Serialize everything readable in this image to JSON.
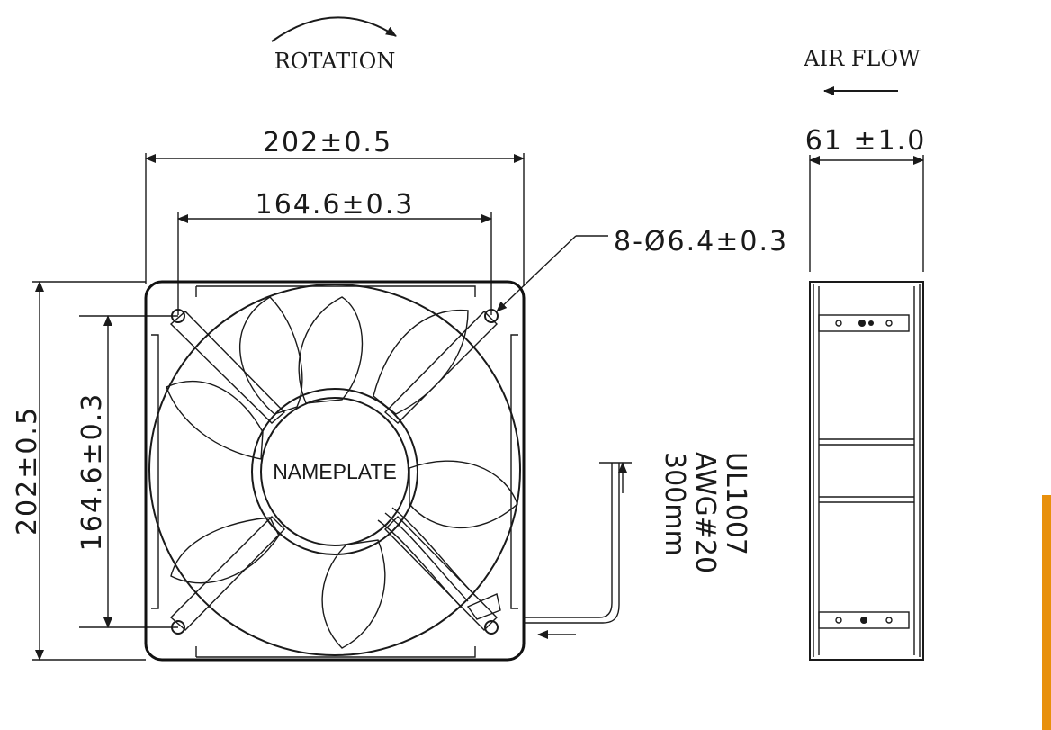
{
  "labels": {
    "rotation": "ROTATION",
    "air_flow": "AIR FLOW",
    "outer_width": "202±0.5",
    "hole_spacing_width": "164.6±0.3",
    "hole_callout": "8-Ø6.4±0.3",
    "depth": "61 ±1.0",
    "outer_height": "202±0.5",
    "hole_spacing_height": "164.6±0.3",
    "nameplate": "NAMEPLATE",
    "wire_spec_line1": "UL1007",
    "wire_spec_line2": "AWG#20",
    "wire_spec_line3": "300mm"
  },
  "colors": {
    "accent": "#E8900C",
    "line": "#1a1a1a"
  }
}
